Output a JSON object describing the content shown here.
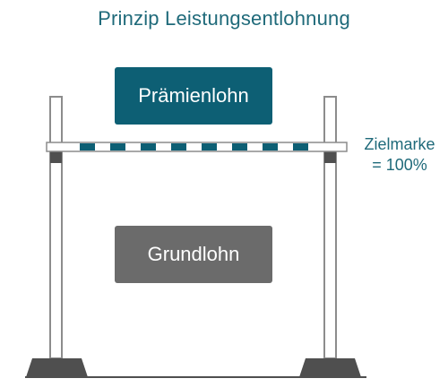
{
  "diagram": {
    "title": "Prinzip Leistungsentlohnung",
    "upper_box": {
      "label": "Prämienlohn",
      "color": "#0d5f74"
    },
    "lower_box": {
      "label": "Grundlohn",
      "color": "#6b6b6b"
    },
    "target_annotation": {
      "line1": "Zielmarke",
      "line2": "= 100%"
    },
    "colors": {
      "accent": "#0d5f74",
      "text_accent": "#1f6a7a",
      "bar_stripe": "#0d5f74",
      "post_outline": "#8c8c8c",
      "base": "#4f4f4f"
    },
    "icons": [
      "barrier-post-left",
      "barrier-post-right",
      "striped-crossbar"
    ]
  }
}
